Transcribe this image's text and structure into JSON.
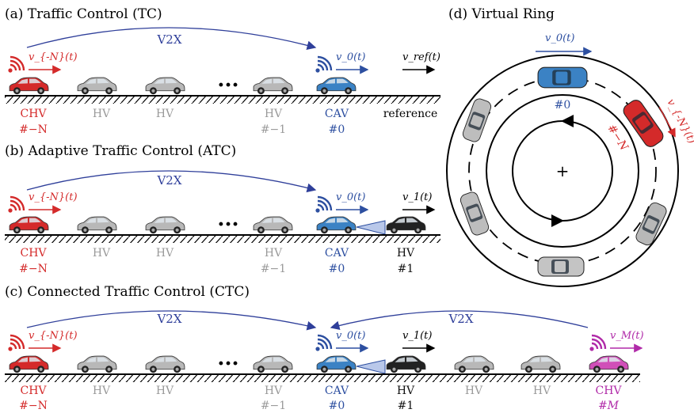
{
  "panels": {
    "a": {
      "title": "(a) Traffic Control (TC)",
      "v2x": "V2X",
      "sig_chv": "v_{-N}(t)",
      "sig_cav": "v_0(t)",
      "sig_ref": "v_ref(t)",
      "labels": [
        {
          "top": "CHV",
          "bottom": "#−N"
        },
        {
          "top": "HV",
          "bottom": ""
        },
        {
          "top": "HV",
          "bottom": ""
        },
        {
          "top": "HV",
          "bottom": "#−1"
        },
        {
          "top": "CAV",
          "bottom": "#0"
        },
        {
          "top": "reference",
          "bottom": ""
        }
      ]
    },
    "b": {
      "title": "(b) Adaptive Traffic Control (ATC)",
      "v2x": "V2X",
      "sig_chv": "v_{-N}(t)",
      "sig_cav": "v_0(t)",
      "sig_hv1": "v_1(t)",
      "labels": [
        {
          "top": "CHV",
          "bottom": "#−N"
        },
        {
          "top": "HV",
          "bottom": ""
        },
        {
          "top": "HV",
          "bottom": ""
        },
        {
          "top": "HV",
          "bottom": "#−1"
        },
        {
          "top": "CAV",
          "bottom": "#0"
        },
        {
          "top": "HV",
          "bottom": "#1"
        }
      ]
    },
    "c": {
      "title": "(c) Connected Traffic Control (CTC)",
      "v2x_left": "V2X",
      "v2x_right": "V2X",
      "sig_chv": "v_{-N}(t)",
      "sig_cav": "v_0(t)",
      "sig_hv1": "v_1(t)",
      "sig_chvm": "v_M(t)",
      "labels": [
        {
          "top": "CHV",
          "bottom": "#−N"
        },
        {
          "top": "HV",
          "bottom": ""
        },
        {
          "top": "HV",
          "bottom": ""
        },
        {
          "top": "HV",
          "bottom": "#−1"
        },
        {
          "top": "CAV",
          "bottom": "#0"
        },
        {
          "top": "HV",
          "bottom": "#1"
        },
        {
          "top": "HV",
          "bottom": ""
        },
        {
          "top": "HV",
          "bottom": ""
        },
        {
          "top": "CHV",
          "bottom": "#M"
        }
      ]
    },
    "d": {
      "title": "(d) Virtual Ring",
      "sig_cav": "v_0(t)",
      "sig_chv": "v_{-N}(t)",
      "cav_label": "#0",
      "chv_label": "#−N",
      "center": "+"
    }
  },
  "colors": {
    "chv": "#d42a2a",
    "cav": "#2d4fa0",
    "hv_gray": "#9a9a9a",
    "hv_black": "#111111",
    "chv_m": "#b02aa8",
    "v2x": "#2f3f9a"
  },
  "icons": [
    "wifi-signal-icon",
    "arrow-right-icon",
    "car-icon",
    "radar-cone-icon",
    "ellipsis-icon",
    "plus-icon"
  ]
}
